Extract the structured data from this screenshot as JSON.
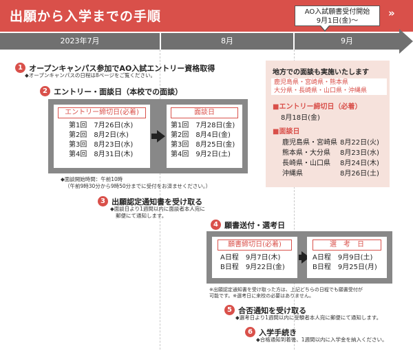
{
  "header": {
    "title": "出願から入学までの手順",
    "callout_line1": "AO入試願書受付開始",
    "callout_line2": "9月1日(金)～",
    "next_icon": "chevrons-right-icon"
  },
  "timeline": {
    "jul": "2023年7月",
    "aug": "8月",
    "sep": "9月"
  },
  "step1": {
    "number": "1",
    "title": "オープンキャンパス参加でAO入試エントリー資格取得",
    "note": "◆オープンキャンパスの日程は8ページをご覧ください。"
  },
  "step2": {
    "number": "2",
    "title": "エントリー・面談日",
    "title_paren": "（本校での面談）",
    "entry_head": "エントリー締切日(必着)",
    "entry_rows": [
      "第1回　7月26日(水)",
      "第2回　8月2日(水)",
      "第3回　8月23日(水)",
      "第4回　8月31日(木)"
    ],
    "interview_head": "面談日",
    "interview_rows": [
      "第1回　7月28日(金)",
      "第2回　8月4日(金)",
      "第3回　8月25日(金)",
      "第4回　9月2日(土)"
    ],
    "note1": "◆面談開始時間：午前10時",
    "note2": "（午前9時30分から9時50分までに受付をお済ませください。）"
  },
  "regional": {
    "title": "地方での面談も実施いたします",
    "prefs_line1": "鹿児島県・宮崎県・熊本県",
    "prefs_line2": "大分県・長崎県・山口県・沖縄県",
    "entry_label": "■エントリー締切日（必着）",
    "entry_date": "8月18日(金)",
    "interview_label": "■面談日",
    "rows": [
      {
        "place": "鹿児島県・宮崎県",
        "date": "8月22日(火)"
      },
      {
        "place": "熊本県・大分県",
        "date": "8月23日(水)"
      },
      {
        "place": "長崎県・山口県",
        "date": "8月24日(木)"
      },
      {
        "place": "沖縄県",
        "date": "8月26日(土)"
      }
    ]
  },
  "step3": {
    "number": "3",
    "title": "出願認定通知書を受け取る",
    "note1": "◆面談日より1週間以内に面談者本人宛に",
    "note2": "郵便にて通知します。"
  },
  "step4": {
    "number": "4",
    "title": "願書送付・選考日",
    "deadline_head": "願書締切日(必着)",
    "deadline_rows": [
      "A日程　9月7日(木)",
      "B日程　9月22日(金)"
    ],
    "exam_head": "選　考　日",
    "exam_rows": [
      "A日程　9月9日(土)",
      "B日程　9月25日(月)"
    ],
    "note1": "※出願認定通知書を受け取った方は、上記どちらの日程でも願書受付が",
    "note2": "可能です。※選考日に来校の必要はありません。"
  },
  "step5": {
    "number": "5",
    "title": "合否通知を受け取る",
    "note": "◆選考日より1週間以内に受験者本人宛に郵便にて通知します。"
  },
  "step6": {
    "number": "6",
    "title": "入学手続き",
    "note": "◆合格通知到着後、1週間以内に入学金を納入ください。"
  },
  "colors": {
    "accent": "#d9504a",
    "timeline": "#707070",
    "box": "#888888",
    "regional_bg": "#f6e2dc"
  }
}
